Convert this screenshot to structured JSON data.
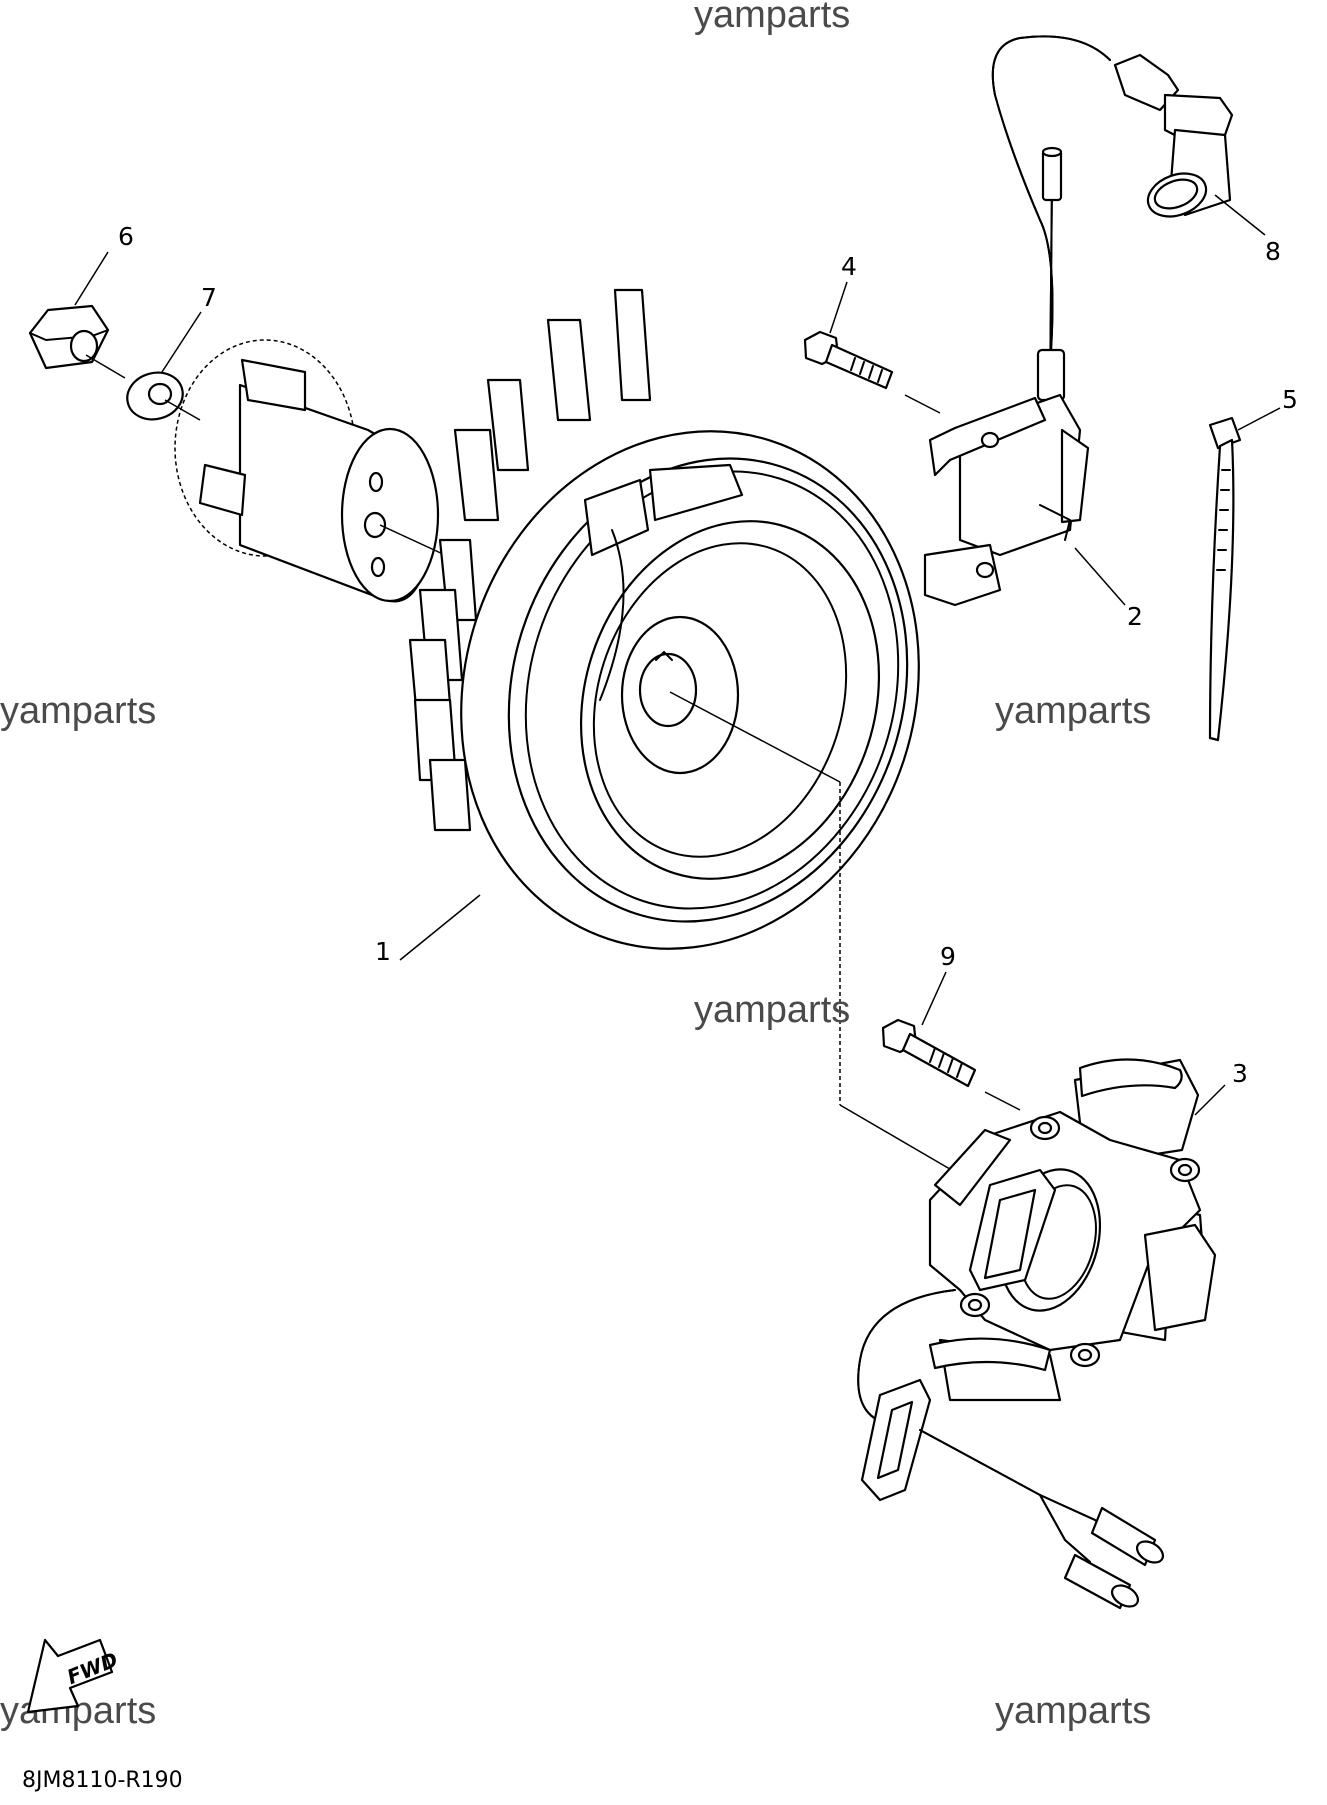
{
  "watermarks": {
    "top": "yamparts",
    "left_mid": "yamparts",
    "right_mid": "yamparts",
    "center": "yamparts",
    "bottom_left": "yamparts",
    "bottom_right": "yamparts"
  },
  "callouts": {
    "p1": "1",
    "p2": "2",
    "p3": "3",
    "p4": "4",
    "p5": "5",
    "p6": "6",
    "p7": "7",
    "p8": "8",
    "p9": "9"
  },
  "fwd_label": "FWD",
  "diagram_code": "8JM8110-R190",
  "icons": {
    "fwd_arrow": "fwd-arrow-icon"
  }
}
